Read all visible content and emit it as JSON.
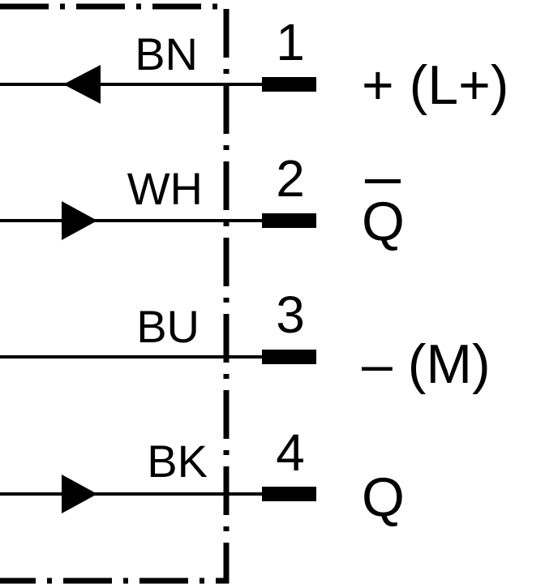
{
  "colors": {
    "ink": "#000000",
    "background": "#ffffff"
  },
  "wires": [
    {
      "color_code": "BN",
      "pin": "1",
      "signal": "+ (L+)",
      "signal_overline": false,
      "arrow": "in"
    },
    {
      "color_code": "WH",
      "pin": "2",
      "signal": "Q",
      "signal_overline": true,
      "arrow": "out"
    },
    {
      "color_code": "BU",
      "pin": "3",
      "signal": "– (M)",
      "signal_overline": false,
      "arrow": "none"
    },
    {
      "color_code": "BK",
      "pin": "4",
      "signal": "Q",
      "signal_overline": false,
      "arrow": "out"
    }
  ]
}
